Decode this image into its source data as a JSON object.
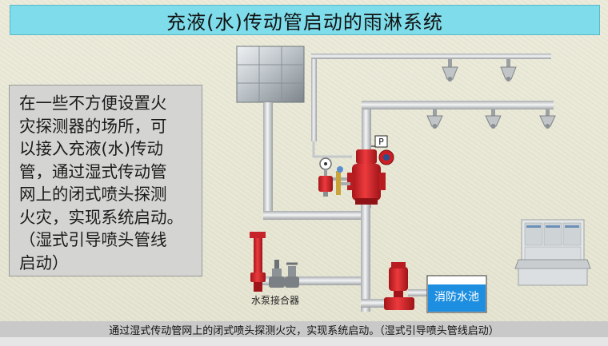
{
  "title": "充液(水)传动管启动的雨淋系统",
  "description_lines": [
    "在一些不方便设置火",
    "灾探测器的场所，可",
    "以接入充液(水)传动",
    "管，通过湿式传动管",
    "网上的闭式喷头探测",
    "火灾，实现系统启动。",
    "（湿式引导喷头管线",
    "启动）"
  ],
  "labels": {
    "pressure_switch": "P",
    "pump_adapter": "水泵接合器",
    "fire_pool": "消防水池"
  },
  "caption": "通过湿式传动管网上的闭式喷头探测火灾，实现系统启动。（湿式引导喷头管线启动）",
  "colors": {
    "title_bg": "#7fdcea",
    "pipe": "#dfe2e4",
    "valve_red": "#d8262a",
    "pool_blue": "#1e8fe0"
  }
}
